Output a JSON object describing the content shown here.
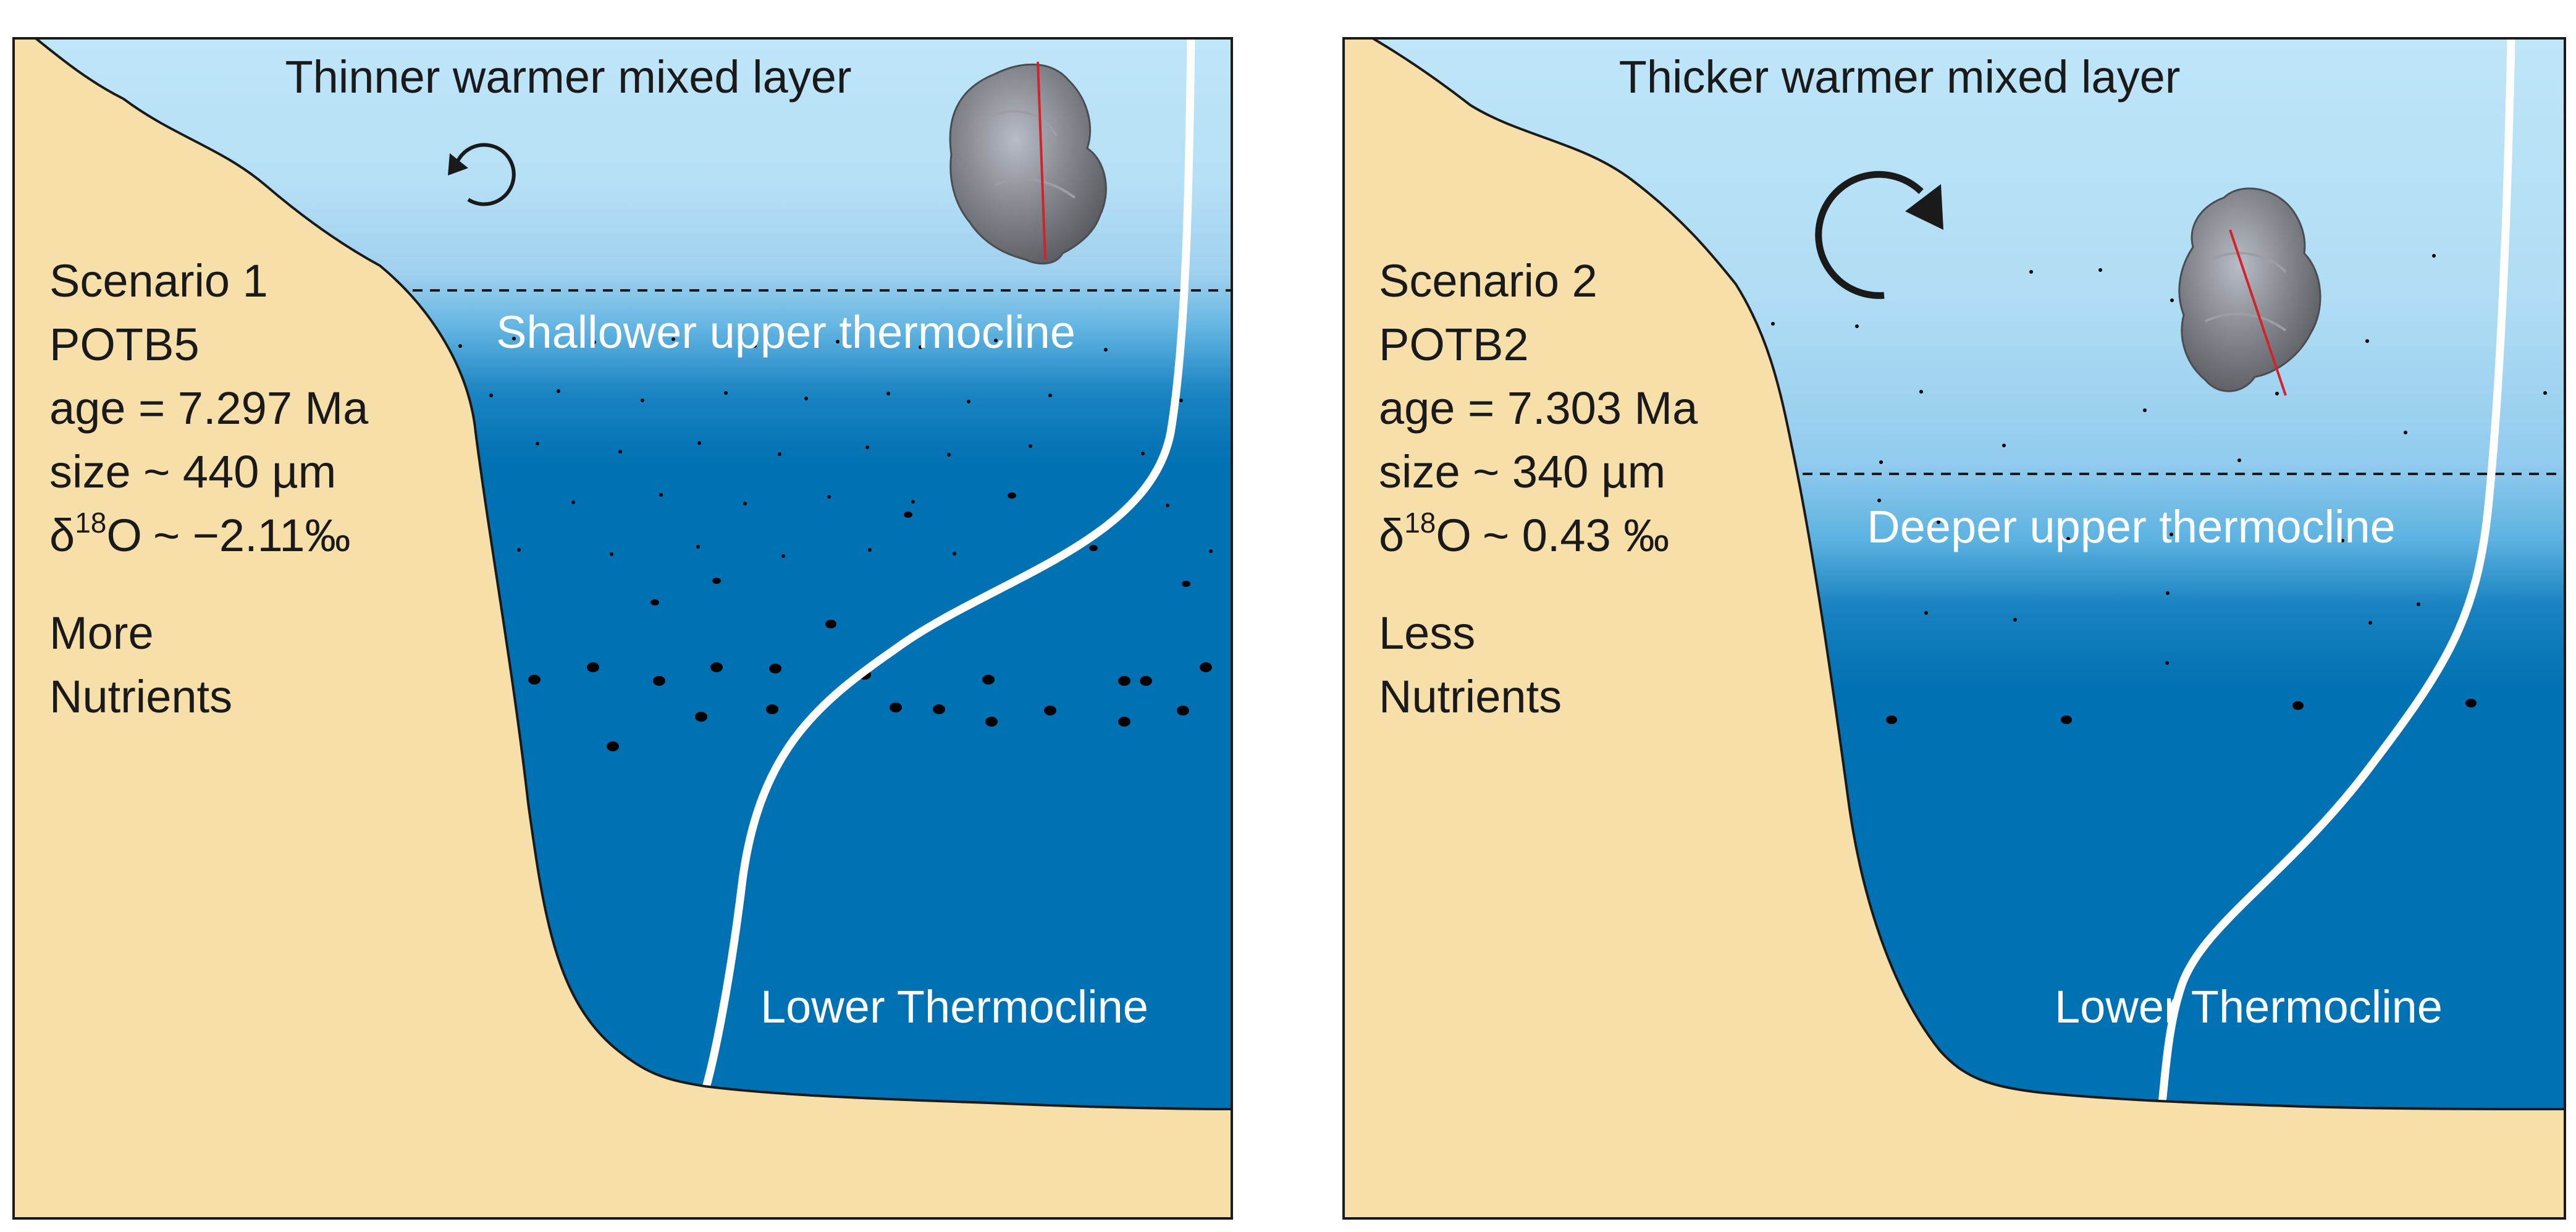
{
  "colors": {
    "surface_water": "#bfe5f8",
    "mid_water": "#3f9fd6",
    "deep_water": "#0071b2",
    "sediment": "#f6dfa9",
    "outline": "#1a1a1a",
    "profile_line": "#ffffff",
    "nutrient_particle": "#000000",
    "shell_tint": "#7f8187",
    "shell_size_line": "#d7212a"
  },
  "panels": [
    {
      "title": "Thinner warmer mixed layer",
      "info_lines": [
        "Scenario 1",
        "POTB5",
        "age = 7.297 Ma",
        "size ~ 440 µm",
        "~ −2.11‰"
      ],
      "delta_prefix": "δ",
      "delta_sup": "18",
      "delta_symbol": "O",
      "nutrients_lines": [
        "More",
        "Nutrients"
      ],
      "upper_thermocline_label": "Shallower upper thermocline",
      "lower_thermocline_label": "Lower Thermocline",
      "mixing_arrow_icon": "circular-arrow-icon",
      "mixing_strength": "weak",
      "nutrient_level": "high"
    },
    {
      "title": "Thicker warmer mixed layer",
      "info_lines": [
        "Scenario 2",
        "POTB2",
        "age = 7.303 Ma",
        "size ~ 340 µm",
        "~ 0.43 ‰"
      ],
      "delta_prefix": "δ",
      "delta_sup": "18",
      "delta_symbol": "O",
      "nutrients_lines": [
        "Less",
        "Nutrients"
      ],
      "upper_thermocline_label": "Deeper upper thermocline",
      "lower_thermocline_label": "Lower Thermocline",
      "mixing_arrow_icon": "circular-arrow-icon",
      "mixing_strength": "strong",
      "nutrient_level": "low"
    }
  ]
}
